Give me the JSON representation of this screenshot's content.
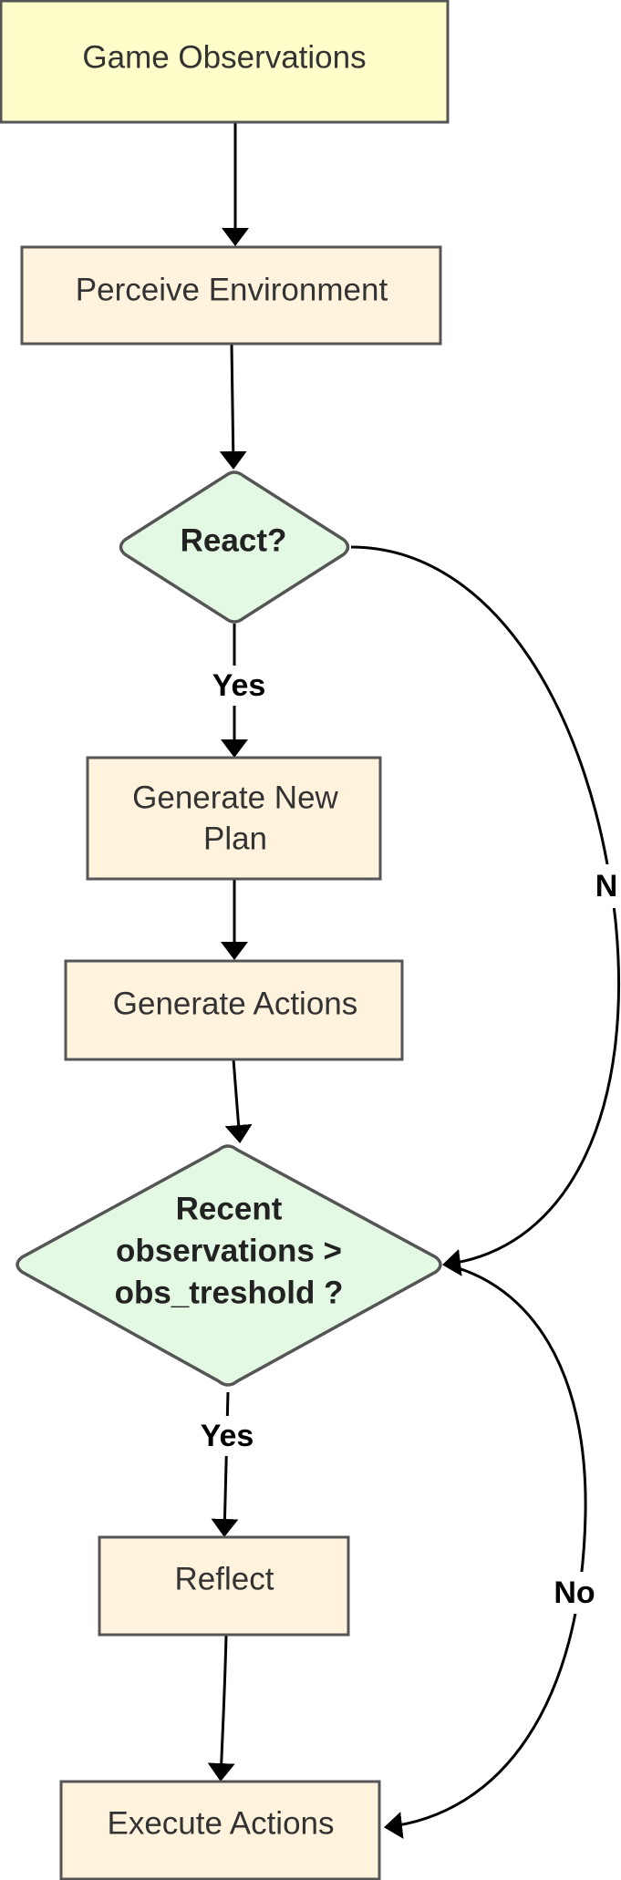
{
  "colors": {
    "start_fill": "#fffdc9",
    "process_fill": "#fff3de",
    "decision_fill": "#e3f9e3",
    "stroke": "#555555",
    "edge": "#000000"
  },
  "nodes": {
    "game_observations": {
      "label": "Game Observations"
    },
    "perceive_environment": {
      "label": "Perceive Environment"
    },
    "react_decision": {
      "label": "React?"
    },
    "generate_new_plan": {
      "line1": "Generate New",
      "line2": "Plan"
    },
    "generate_actions": {
      "label": "Generate Actions"
    },
    "observations_decision": {
      "line1": "Recent",
      "line2": "observations >",
      "line3": "obs_treshold ?"
    },
    "reflect": {
      "label": "Reflect"
    },
    "execute_actions": {
      "label": "Execute Actions"
    }
  },
  "edges": {
    "react_yes": "Yes",
    "react_no": "N",
    "obs_yes": "Yes",
    "obs_no": "No"
  }
}
